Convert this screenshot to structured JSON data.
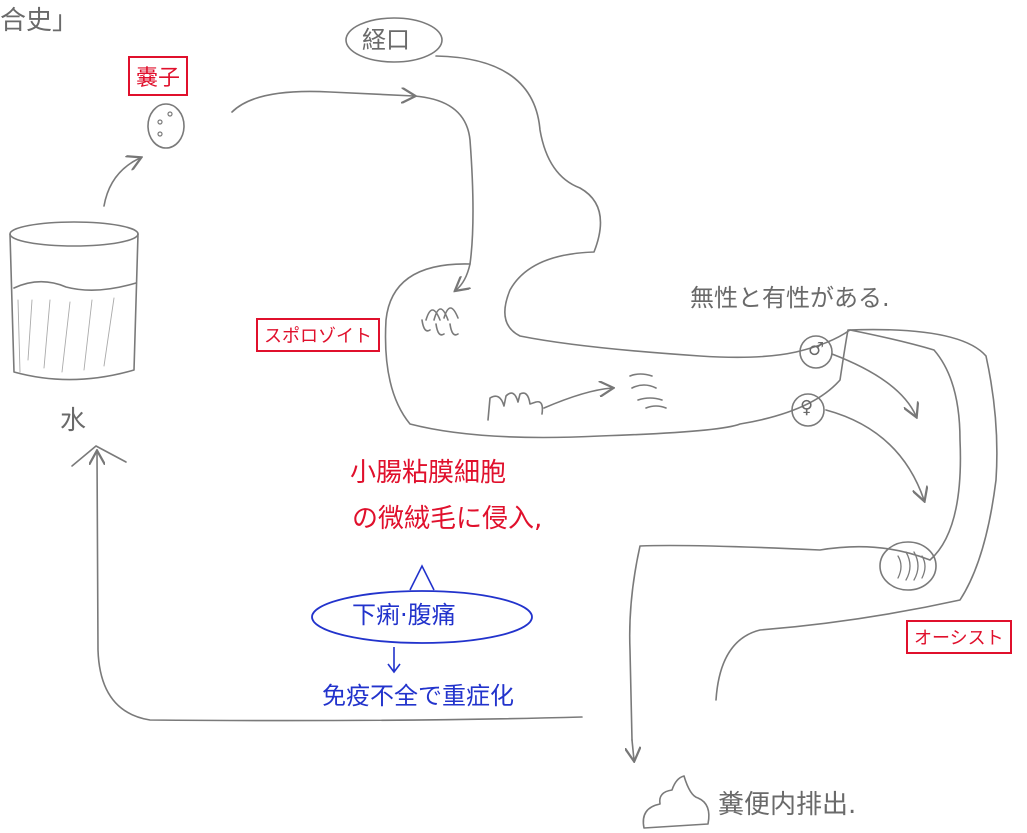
{
  "title": "合史」",
  "labels": {
    "oocyst": "嚢子",
    "oral": "経口",
    "water": "水",
    "sporozoite": "スポロゾイト",
    "sexual": "無性と有性がある.",
    "oocyst2": "オーシスト",
    "excretion": "糞便内排出.",
    "invade_line1": "小腸粘膜細胞",
    "invade_line2": "の微絨毛に侵入,",
    "symptoms": "下痢·腹痛",
    "severe": "免疫不全で重症化",
    "male_symbol": "♂",
    "female_symbol": "♀"
  },
  "colors": {
    "pencil": "#6a6a6a",
    "red": "#e0102c",
    "blue": "#2233cc"
  }
}
